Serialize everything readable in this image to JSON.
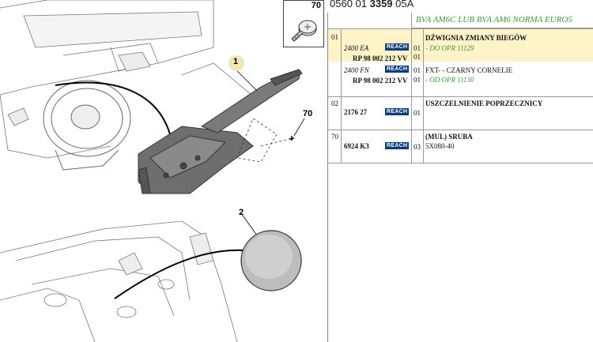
{
  "reference": {
    "part1": "0560 01 ",
    "part2": "3359",
    "part3": " 05A"
  },
  "thumbnail": {
    "number": "70",
    "icon": "screw-icon"
  },
  "illustration_callouts": [
    "1",
    "2",
    "70"
  ],
  "table": {
    "header": "BVA AM6C LUB BVA AM6 NORMA EURO5",
    "rows": [
      {
        "pos": "01",
        "ref_italic": "2400 EA",
        "ref_bold": "RP 98 002 212 VV",
        "reach1": "REACH",
        "qty1": "01",
        "qty2": "01",
        "desc": "DŹWIGNIA ZMIANY BIEGÓW",
        "note": "- DO OPR 11129"
      },
      {
        "pos": "",
        "ref_italic": "2400 FN",
        "ref_bold": "RP 98 002 212 VV",
        "reach1": "REACH",
        "qty1": "01",
        "qty2": "01",
        "desc": "FXT- - CZARNY CORNELIE",
        "note": "- OD OPR 11130"
      },
      {
        "pos": "02",
        "ref_bold": "2176 27",
        "reach1": "REACH",
        "qty1": "01",
        "desc": "USZCZELNIENIE POPRZECZNICY"
      },
      {
        "pos": "70",
        "ref_bold": "6924 K3",
        "reach1": "REACH",
        "qty1": "03",
        "desc": "(MUL) SRUBA",
        "desc2": "5X080-40"
      }
    ]
  },
  "colors": {
    "highlight": "#fff3c8",
    "reach_bg": "#0a3c7c",
    "note_green": "#3a9a3a"
  }
}
